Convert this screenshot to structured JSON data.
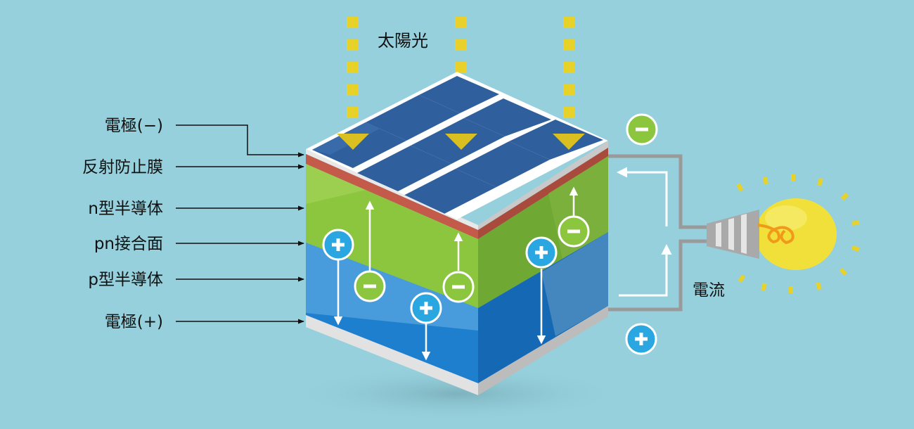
{
  "title": "太陽光",
  "labels": {
    "electrode_negative": "電極(−)",
    "anti_reflection_film": "反射防止膜",
    "n_type_semiconductor": "n型半導体",
    "pn_junction": "pn接合面",
    "p_type_semiconductor": "p型半導体",
    "electrode_positive": "電極(+)"
  },
  "current_label": "電流",
  "colors": {
    "background": "#95d0dc",
    "sunlight": "#e8d22a",
    "panel_cell": "#2f5f9c",
    "anti_reflection": "#c45a4a",
    "n_layer": "#8cc63f",
    "p_layer": "#1f7fcf",
    "electrode": "#e2e2e2",
    "electron": "#8cc63f",
    "hole": "#2aa6e0",
    "bulb": "#f1e03a",
    "wire": "#9a9a9a"
  },
  "icons": {
    "electron": "minus-circle-icon",
    "hole": "plus-circle-icon",
    "bulb": "light-bulb-icon",
    "sunlight": "down-triangle-icon"
  }
}
